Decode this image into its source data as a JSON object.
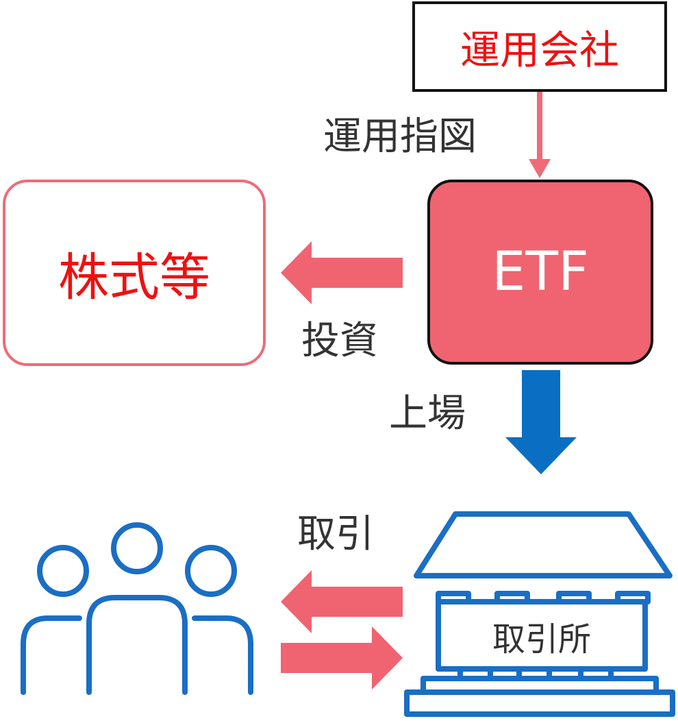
{
  "nodes": {
    "manager": "運用会社",
    "etf": "ETF",
    "stocks": "株式等",
    "exchange": "取引所"
  },
  "edges": {
    "instruction": "運用指図",
    "invest": "投資",
    "listing": "上場",
    "trade": "取引"
  },
  "colors": {
    "accent_red": "#ef6470",
    "red_text": "#ee1111",
    "blue": "#1a6ec4",
    "listing_arrow": "#0a6fc2",
    "dark_text": "#333333",
    "border_dark": "#111111"
  },
  "icons": {
    "investors": "people-group-icon",
    "exchange": "exchange-building-icon"
  }
}
